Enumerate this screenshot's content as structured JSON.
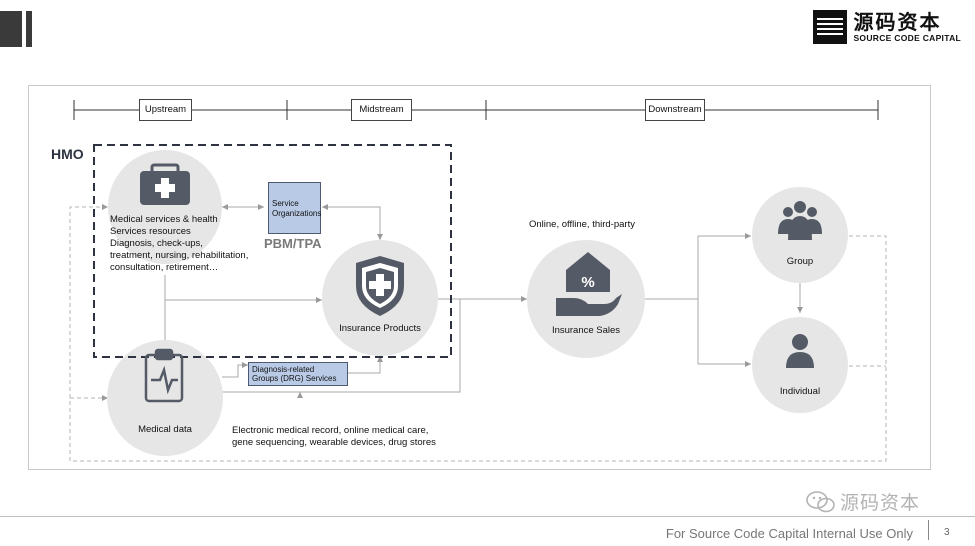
{
  "brand": {
    "logo_cn": "源码资本",
    "logo_en": "SOURCE CODE CAPITAL",
    "watermark_cn": "源码资本",
    "watermark_icon": "wechat-icon"
  },
  "stages": [
    {
      "label": "Upstream"
    },
    {
      "label": "Midstream"
    },
    {
      "label": "Downstream"
    }
  ],
  "hmo_label": "HMO",
  "nodes": {
    "medical_services": {
      "icon": "first-aid-kit-icon",
      "lines": [
        "Medical services & health",
        "Services resources",
        "Diagnosis, check-ups,",
        "treatment, nursing, rehabilitation,",
        "consultation, retirement…"
      ]
    },
    "service_orgs": {
      "lines": [
        "Service",
        "Organizations"
      ]
    },
    "pbm_tpa": "PBM/TPA",
    "insurance_products": {
      "icon": "shield-cross-icon",
      "label": "Insurance Products"
    },
    "drg": {
      "lines": [
        "Diagnosis-related",
        "Groups (DRG) Services"
      ]
    },
    "medical_data": {
      "icon": "clipboard-ecg-icon",
      "label": "Medical data",
      "caption_lines": [
        "Electronic medical record, online medical care,",
        "gene sequencing, wearable devices, drug stores"
      ]
    },
    "insurance_sales": {
      "icon": "house-percent-hand-icon",
      "label": "Insurance Sales",
      "channels": "Online, offline, third-party"
    },
    "group": {
      "icon": "people-group-icon",
      "label": "Group"
    },
    "individual": {
      "icon": "person-icon",
      "label": "Individual"
    }
  },
  "footer": {
    "text": "For Source Code Capital Internal Use Only",
    "page": "3"
  },
  "colors": {
    "node_fill": "#e6e6e6",
    "icon_dark": "#555b66",
    "blue_box": "#b9cae6",
    "hmo_border": "#2d3340",
    "line": "#a8a8a8"
  }
}
